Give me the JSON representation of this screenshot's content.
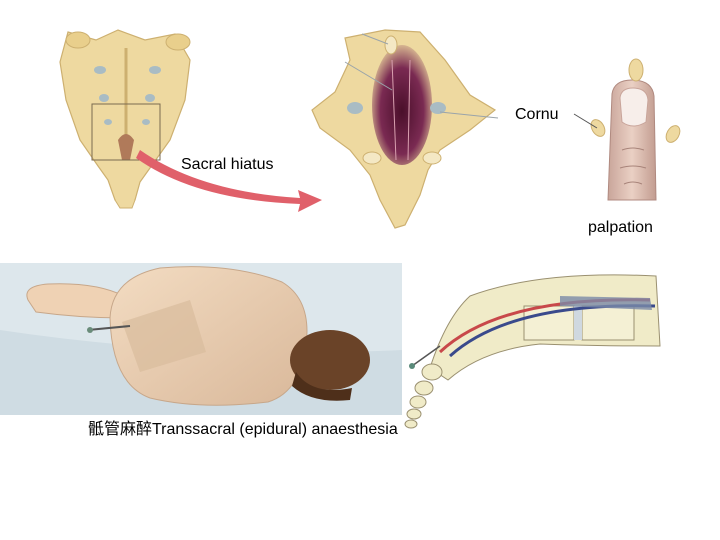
{
  "labels": {
    "cornu": "Cornu",
    "sacral_hiatus": "Sacral hiatus",
    "palpation": "palpation",
    "caption": "骶管麻醉Transsacral (epidural) anaesthesia"
  },
  "colors": {
    "bone": "#eed9a0",
    "bone_edge": "#cdb070",
    "bone_hole": "#a9bcc4",
    "hiatus_fill": "#6e2144",
    "arrow": "#e0606a",
    "skin": "#efd2b4",
    "finger": "#dcb8aa",
    "nail": "#f7eeea",
    "hair": "#6a4328",
    "bed": "#cfdce3",
    "vertebra": "#f0ebc8",
    "needle_red": "#c8484a",
    "needle_blue": "#3a4a8c"
  }
}
